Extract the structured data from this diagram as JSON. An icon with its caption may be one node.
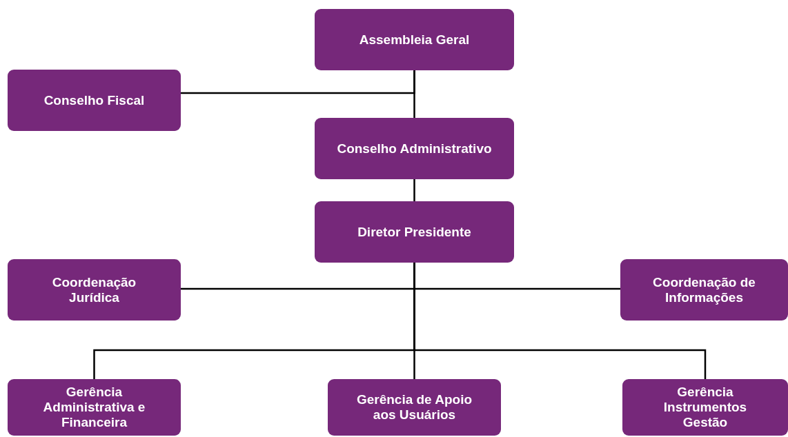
{
  "diagram": {
    "nodes": [
      {
        "text": [
          "Assembleia Geral"
        ]
      },
      {
        "text": [
          "Conselho Fiscal"
        ]
      },
      {
        "text": [
          "Conselho Administrativo"
        ]
      },
      {
        "text": [
          "Diretor Presidente"
        ]
      },
      {
        "text": [
          "Coordenação Jurídica"
        ]
      },
      {
        "text": [
          "Coordenação de Informações"
        ]
      },
      {
        "text": [
          "Gerência Administrativa e Financeira"
        ]
      },
      {
        "text": [
          "Gerência de Apoio aos Usuários"
        ]
      },
      {
        "text": [
          "Gerência Instrumentos Gestão"
        ]
      }
    ],
    "edges": [
      {
        "from": 0,
        "to": 1,
        "arrow": "none"
      },
      {
        "from": 0,
        "to": 2,
        "arrow": "none"
      },
      {
        "from": 2,
        "to": 3,
        "arrow": "none"
      },
      {
        "from": 3,
        "to": 4,
        "arrow": "none"
      },
      {
        "from": 3,
        "to": 5,
        "arrow": "none"
      },
      {
        "from": 3,
        "to": 6,
        "arrow": "none"
      },
      {
        "from": 3,
        "to": 7,
        "arrow": "none"
      },
      {
        "from": 3,
        "to": 8,
        "arrow": "none"
      }
    ]
  }
}
